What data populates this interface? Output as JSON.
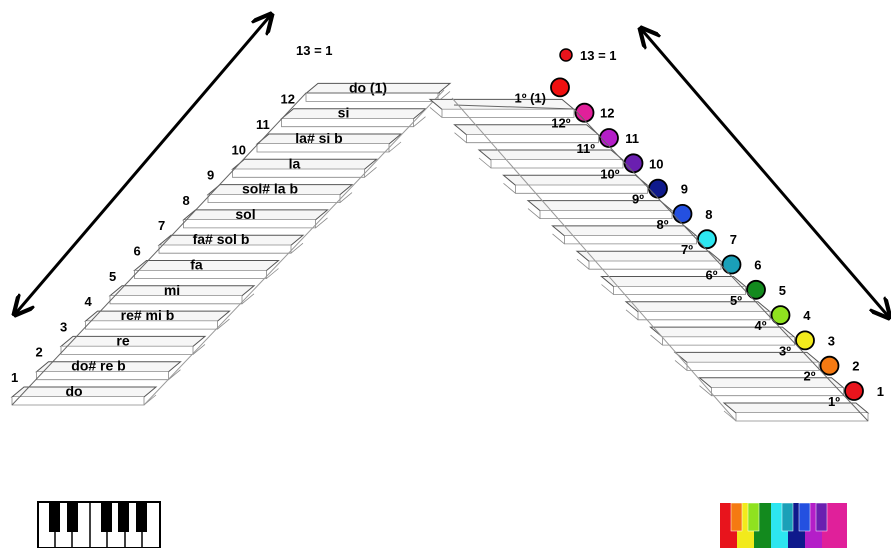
{
  "left_staircase": {
    "top_label": "13 = 1",
    "steps": [
      {
        "number": "1",
        "note": "do"
      },
      {
        "number": "2",
        "note": "do# re b"
      },
      {
        "number": "3",
        "note": "re"
      },
      {
        "number": "4",
        "note": "re# mi b"
      },
      {
        "number": "5",
        "note": "mi"
      },
      {
        "number": "6",
        "note": "fa"
      },
      {
        "number": "7",
        "note": "fa# sol b"
      },
      {
        "number": "8",
        "note": "sol"
      },
      {
        "number": "9",
        "note": "sol# la b"
      },
      {
        "number": "10",
        "note": "la"
      },
      {
        "number": "11",
        "note": "la# si b"
      },
      {
        "number": "12",
        "note": "si"
      },
      {
        "number": "",
        "note": "do (1)"
      }
    ]
  },
  "right_staircase": {
    "top_label": "13 = 1",
    "steps": [
      {
        "number": "1",
        "degree": "1º",
        "color": "#e8141c"
      },
      {
        "number": "2",
        "degree": "2º",
        "color": "#f57a12"
      },
      {
        "number": "3",
        "degree": "3º",
        "color": "#f2ea1c"
      },
      {
        "number": "4",
        "degree": "4º",
        "color": "#8fe21f"
      },
      {
        "number": "5",
        "degree": "5º",
        "color": "#138a1e"
      },
      {
        "number": "6",
        "degree": "6º",
        "color": "#1aa0b8"
      },
      {
        "number": "7",
        "degree": "7º",
        "color": "#2de6f0"
      },
      {
        "number": "8",
        "degree": "8º",
        "color": "#2450e0"
      },
      {
        "number": "9",
        "degree": "9º",
        "color": "#0f1a8c"
      },
      {
        "number": "10",
        "degree": "10º",
        "color": "#6a1fb0"
      },
      {
        "number": "11",
        "degree": "11º",
        "color": "#b41ec8"
      },
      {
        "number": "12",
        "degree": "12º",
        "color": "#e0209a"
      },
      {
        "number": "",
        "degree": "1º (1)",
        "color": "#f01010"
      }
    ],
    "small_marker_color": "#e8141c"
  },
  "bw_keyboard_icon": "piano-keys-icon",
  "color_keyboard_icon": "colored-piano-keys-icon",
  "arrow_icon": "double-headed-arrow-icon"
}
